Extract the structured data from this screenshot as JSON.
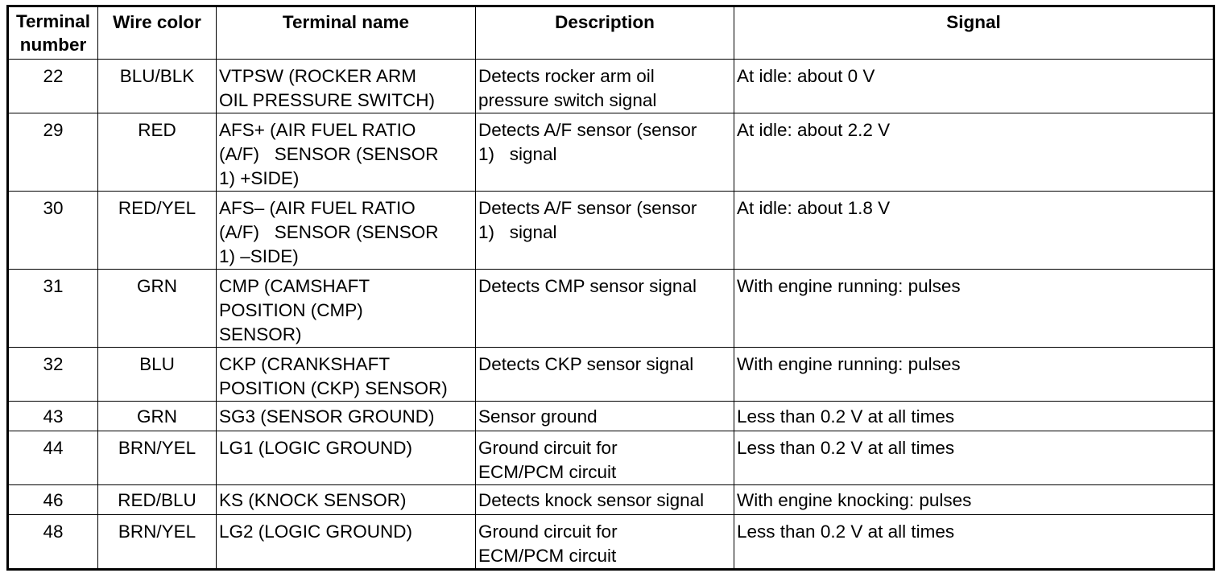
{
  "table": {
    "headers": {
      "terminal_number_line1": "Terminal",
      "terminal_number_line2": "number",
      "wire_color": "Wire color",
      "terminal_name": "Terminal name",
      "description": "Description",
      "signal": "Signal"
    },
    "rows": [
      {
        "terminal": "22",
        "wire": "BLU/BLK",
        "name": [
          "VTPSW (ROCKER ARM",
          "OIL PRESSURE SWITCH)"
        ],
        "description": [
          "Detects rocker arm oil",
          "pressure switch signal"
        ],
        "signal": "At idle: about 0 V"
      },
      {
        "terminal": "29",
        "wire": "RED",
        "name": [
          "AFS+ (AIR FUEL RATIO",
          "(A/F)   SENSOR (SENSOR",
          "1) +SIDE)"
        ],
        "description": [
          "Detects A/F sensor (sensor",
          "1)   signal"
        ],
        "signal": "At idle: about 2.2 V"
      },
      {
        "terminal": "30",
        "wire": "RED/YEL",
        "name": [
          "AFS– (AIR FUEL RATIO",
          "(A/F)   SENSOR (SENSOR",
          "1) –SIDE)"
        ],
        "description": [
          "Detects A/F sensor (sensor",
          "1)   signal"
        ],
        "signal": "At idle: about 1.8 V"
      },
      {
        "terminal": "31",
        "wire": "GRN",
        "name": [
          "CMP (CAMSHAFT",
          "POSITION (CMP)",
          "SENSOR)"
        ],
        "description": [
          "Detects CMP sensor signal"
        ],
        "signal": "With engine running: pulses"
      },
      {
        "terminal": "32",
        "wire": "BLU",
        "name": [
          "CKP (CRANKSHAFT",
          "POSITION (CKP) SENSOR)"
        ],
        "description": [
          "Detects CKP sensor signal"
        ],
        "signal": "With engine running: pulses"
      },
      {
        "terminal": "43",
        "wire": "GRN",
        "name": [
          "SG3 (SENSOR GROUND)"
        ],
        "description": [
          "Sensor ground"
        ],
        "signal": "Less than 0.2 V at all times"
      },
      {
        "terminal": "44",
        "wire": "BRN/YEL",
        "name": [
          "LG1 (LOGIC GROUND)"
        ],
        "description": [
          "Ground circuit for",
          "ECM/PCM circuit"
        ],
        "signal": "Less than 0.2 V at all times"
      },
      {
        "terminal": "46",
        "wire": "RED/BLU",
        "name": [
          "KS (KNOCK SENSOR)"
        ],
        "description": [
          "Detects knock sensor signal"
        ],
        "signal": "With engine knocking: pulses"
      },
      {
        "terminal": "48",
        "wire": "BRN/YEL",
        "name": [
          "LG2 (LOGIC GROUND)"
        ],
        "description": [
          "Ground circuit for",
          "ECM/PCM circuit"
        ],
        "signal": "Less than 0.2 V at all times"
      }
    ]
  }
}
